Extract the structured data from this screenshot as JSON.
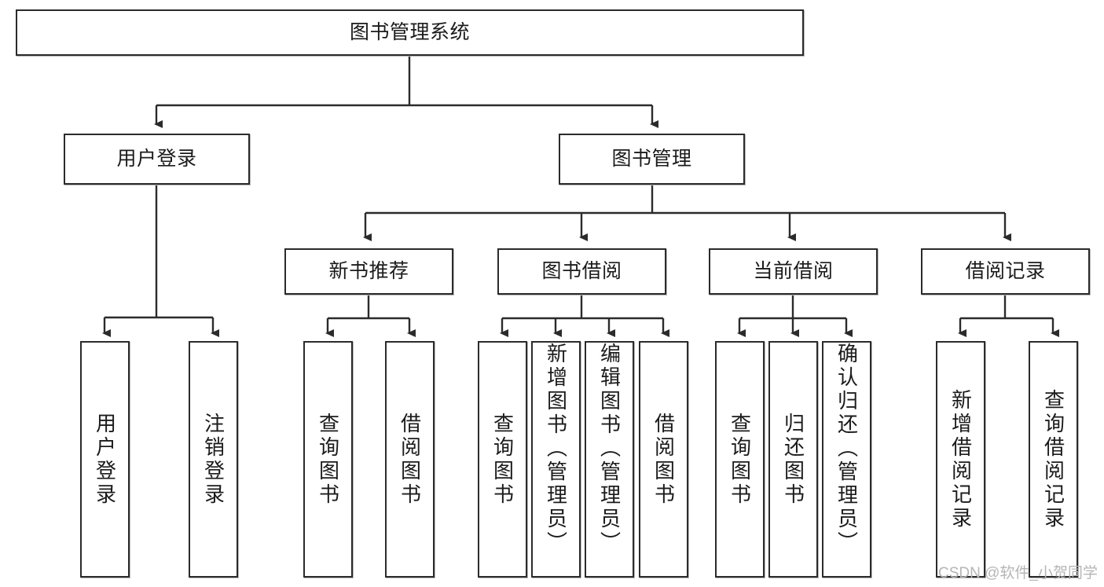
{
  "diagram": {
    "type": "tree-hierarchy",
    "title": "图书管理系统",
    "watermark": "CSDN @软件_小贺同学",
    "colors": {
      "node_border": "#2b2b2b",
      "node_fill": "#ffffff",
      "edge": "#2b2b2b",
      "background": "#ffffff",
      "watermark": "#b5b5b5"
    },
    "nodes": {
      "root": {
        "label": "图书管理系统"
      },
      "level2": [
        {
          "label": "用户登录"
        },
        {
          "label": "图书管理"
        }
      ],
      "level3": [
        {
          "label": "新书推荐"
        },
        {
          "label": "图书借阅"
        },
        {
          "label": "当前借阅"
        },
        {
          "label": "借阅记录"
        }
      ],
      "leaves": {
        "user_login": [
          {
            "label": "用户登录"
          },
          {
            "label": "注销登录"
          }
        ],
        "new_book_recommend": [
          {
            "label": "查询图书"
          },
          {
            "label": "借阅图书"
          }
        ],
        "book_borrow": [
          {
            "label": "查询图书"
          },
          {
            "label": "新增图书（管理员）"
          },
          {
            "label": "编辑图书（管理员）"
          },
          {
            "label": "借阅图书"
          }
        ],
        "current_borrow": [
          {
            "label": "查询图书"
          },
          {
            "label": "归还图书"
          },
          {
            "label": "确认归还（管理员）"
          }
        ],
        "borrow_record": [
          {
            "label": "新增借阅记录"
          },
          {
            "label": "查询借阅记录"
          }
        ]
      }
    }
  }
}
